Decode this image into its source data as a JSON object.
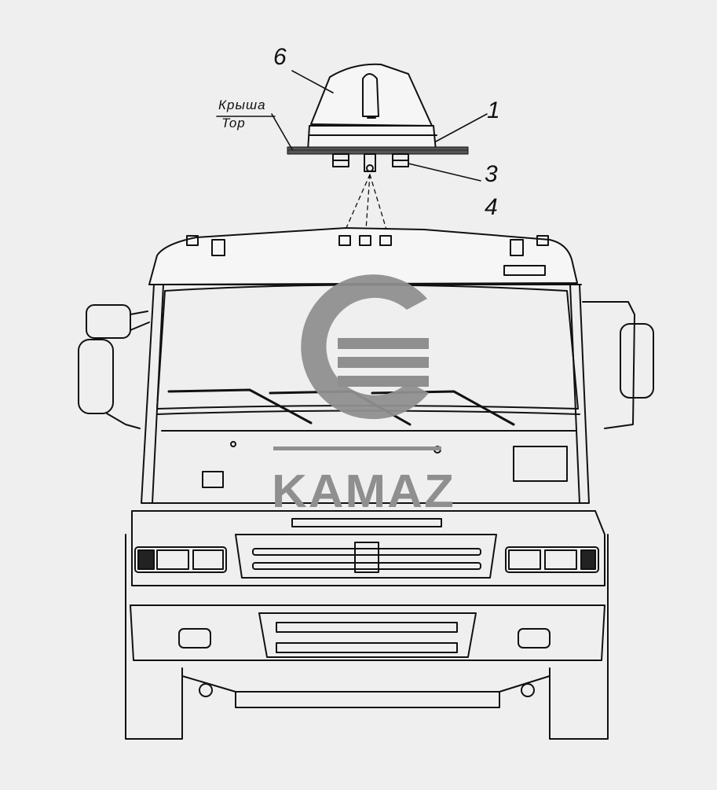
{
  "figure": {
    "callouts": [
      {
        "id": "callout-6",
        "text": "6"
      },
      {
        "id": "callout-1",
        "text": "1"
      },
      {
        "id": "callout-3",
        "text": "3"
      },
      {
        "id": "callout-4",
        "text": "4"
      }
    ],
    "roof_label": {
      "ru": "Крыша",
      "en": "Top"
    },
    "watermark": {
      "brand": "KAMAZ",
      "color": "#8f8f8f"
    },
    "line_color": "#111111",
    "background": "#efefef"
  }
}
